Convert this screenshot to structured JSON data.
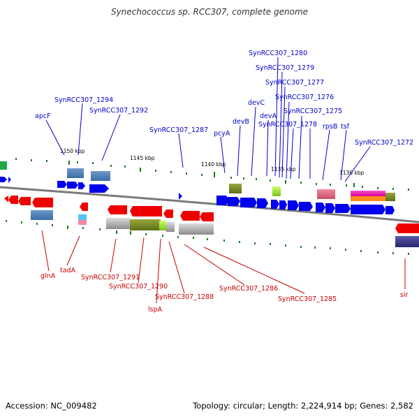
{
  "title": "Synechococcus sp. RCC307, complete genome",
  "footer": {
    "accession": "Accession: NC_009482",
    "topology": "Topology: circular; Length: 2,224,914 bp; Genes: 2,582"
  },
  "colors": {
    "forward": "#0000ee",
    "reverse": "#ee0000",
    "backbone": "#808080",
    "tick": "#1a7a1a",
    "top_label": "#0000c8",
    "bottom_label": "#c80000"
  },
  "ticks": [
    "1150 kbp",
    "1145 kbp",
    "1140 kbp",
    "1135 kbp",
    "1130 kbp"
  ],
  "top_labels": [
    "apcF",
    "SynRCC307_1294",
    "SynRCC307_1292",
    "SynRCC307_1287",
    "pcyA",
    "devB",
    "devC",
    "SynRCC307_1280",
    "SynRCC307_1279",
    "SynRCC307_1277",
    "SynRCC307_1276",
    "devA",
    "SynRCC307_1275",
    "SynRCC307_1278",
    "rpsB",
    "tsf",
    "SynRCC307_1272"
  ],
  "bottom_labels": [
    "glnA",
    "tadA",
    "SynRCC307_1291",
    "SynRCC307_1290",
    "SynRCC307_1288",
    "lspA",
    "SynRCC307_1286",
    "SynRCC307_1285",
    "sir"
  ]
}
